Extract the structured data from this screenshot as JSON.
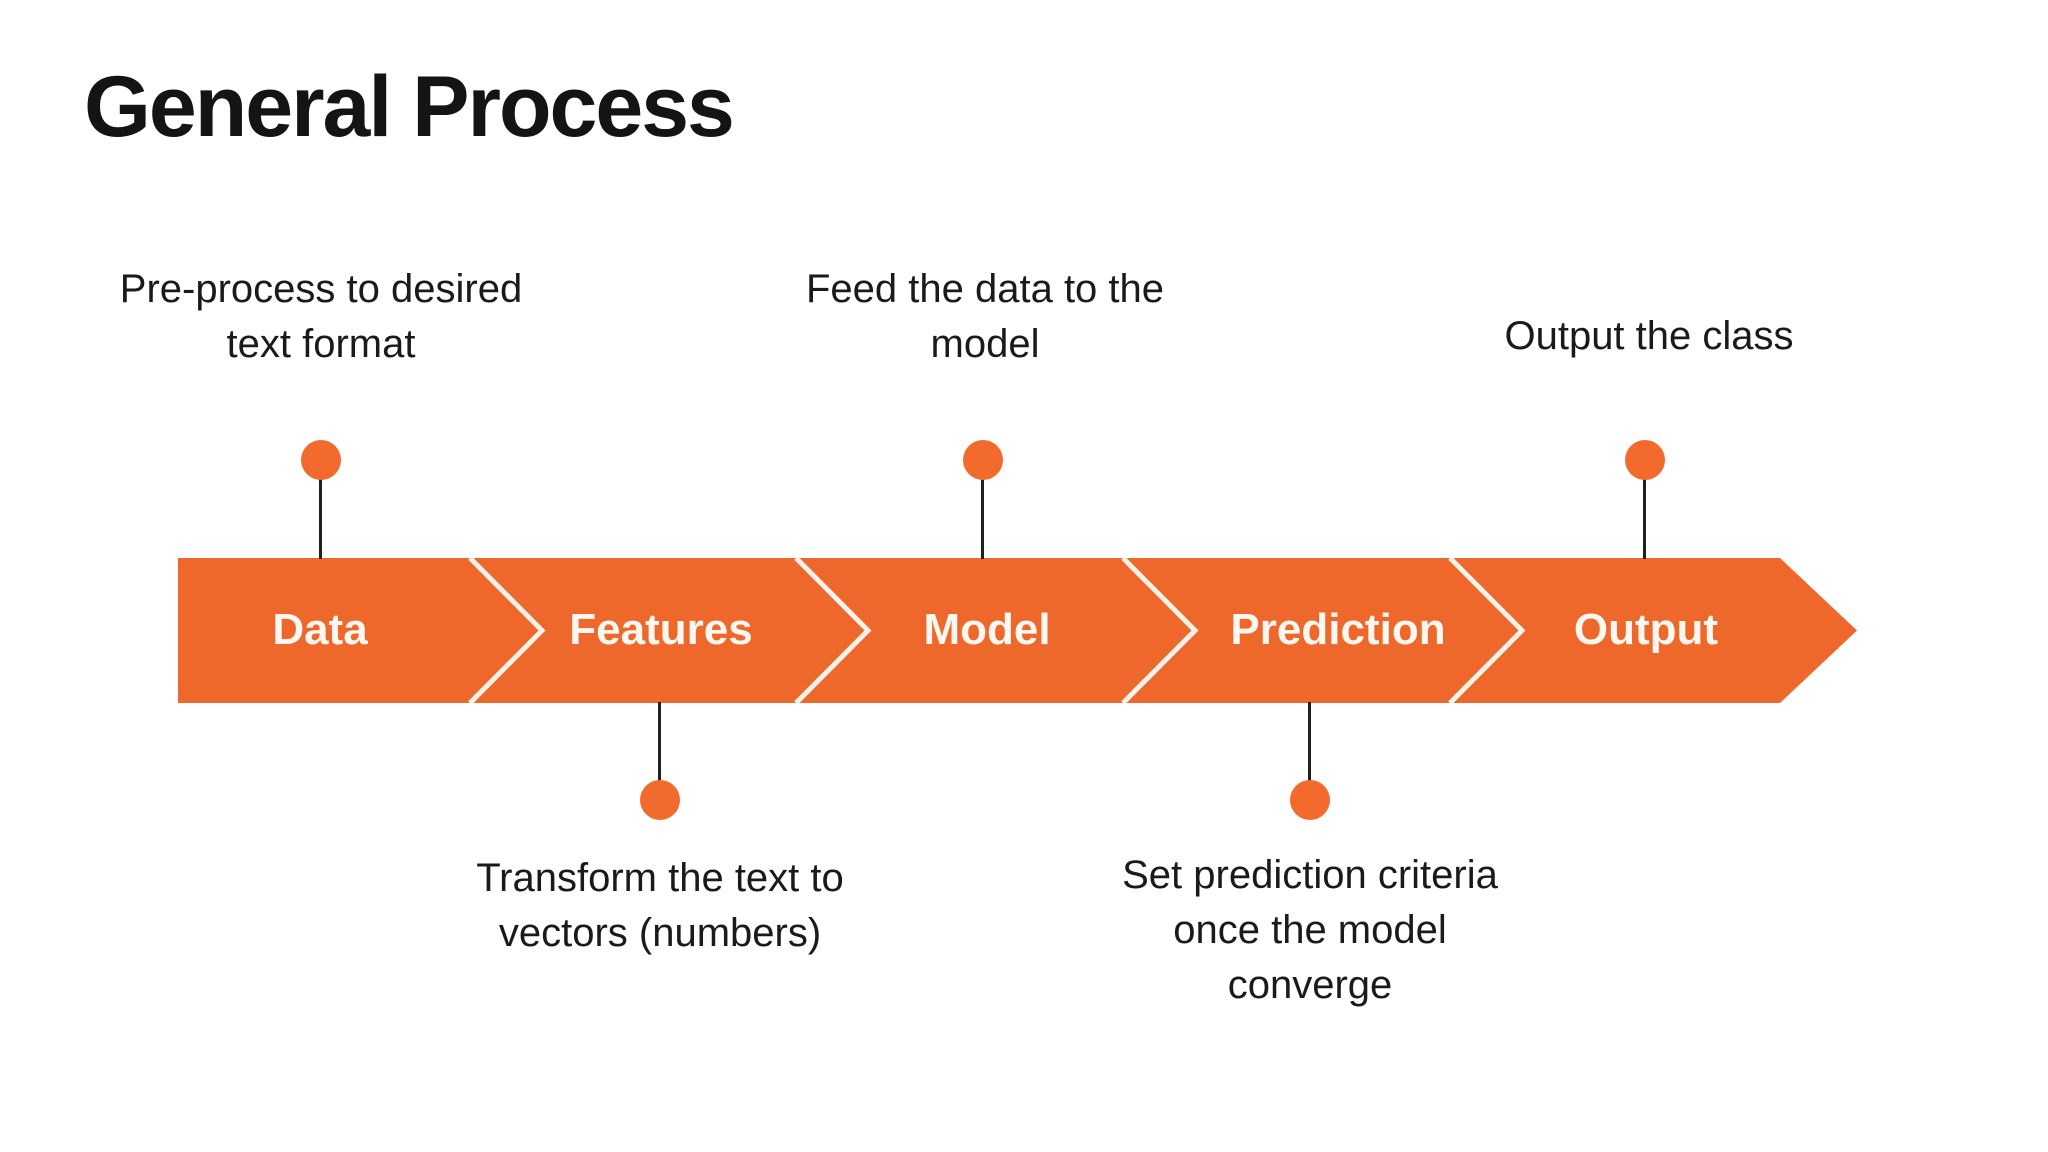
{
  "slide": {
    "title": "General Process"
  },
  "diagram": {
    "type": "process-arrow",
    "direction": "left-to-right"
  },
  "steps": [
    {
      "label": "Data",
      "annotation": "Pre-process to desired\ntext format",
      "annotation_position": "above"
    },
    {
      "label": "Features",
      "annotation": "Transform the text to\nvectors (numbers)",
      "annotation_position": "below"
    },
    {
      "label": "Model",
      "annotation": "Feed the data to the\nmodel",
      "annotation_position": "above"
    },
    {
      "label": "Prediction",
      "annotation": "Set prediction criteria\nonce the model\nconverge",
      "annotation_position": "below"
    },
    {
      "label": "Output",
      "annotation": "Output the class",
      "annotation_position": "above"
    }
  ],
  "colors": {
    "accent_orange": "#EE682C",
    "dot_orange": "#F26A2C",
    "separator_stroke": "#FAF2E9",
    "label_text": "#FCF7F0",
    "annotation_text": "#1A1A1A",
    "connector_line": "#202020",
    "background": "#FFFFFF"
  }
}
